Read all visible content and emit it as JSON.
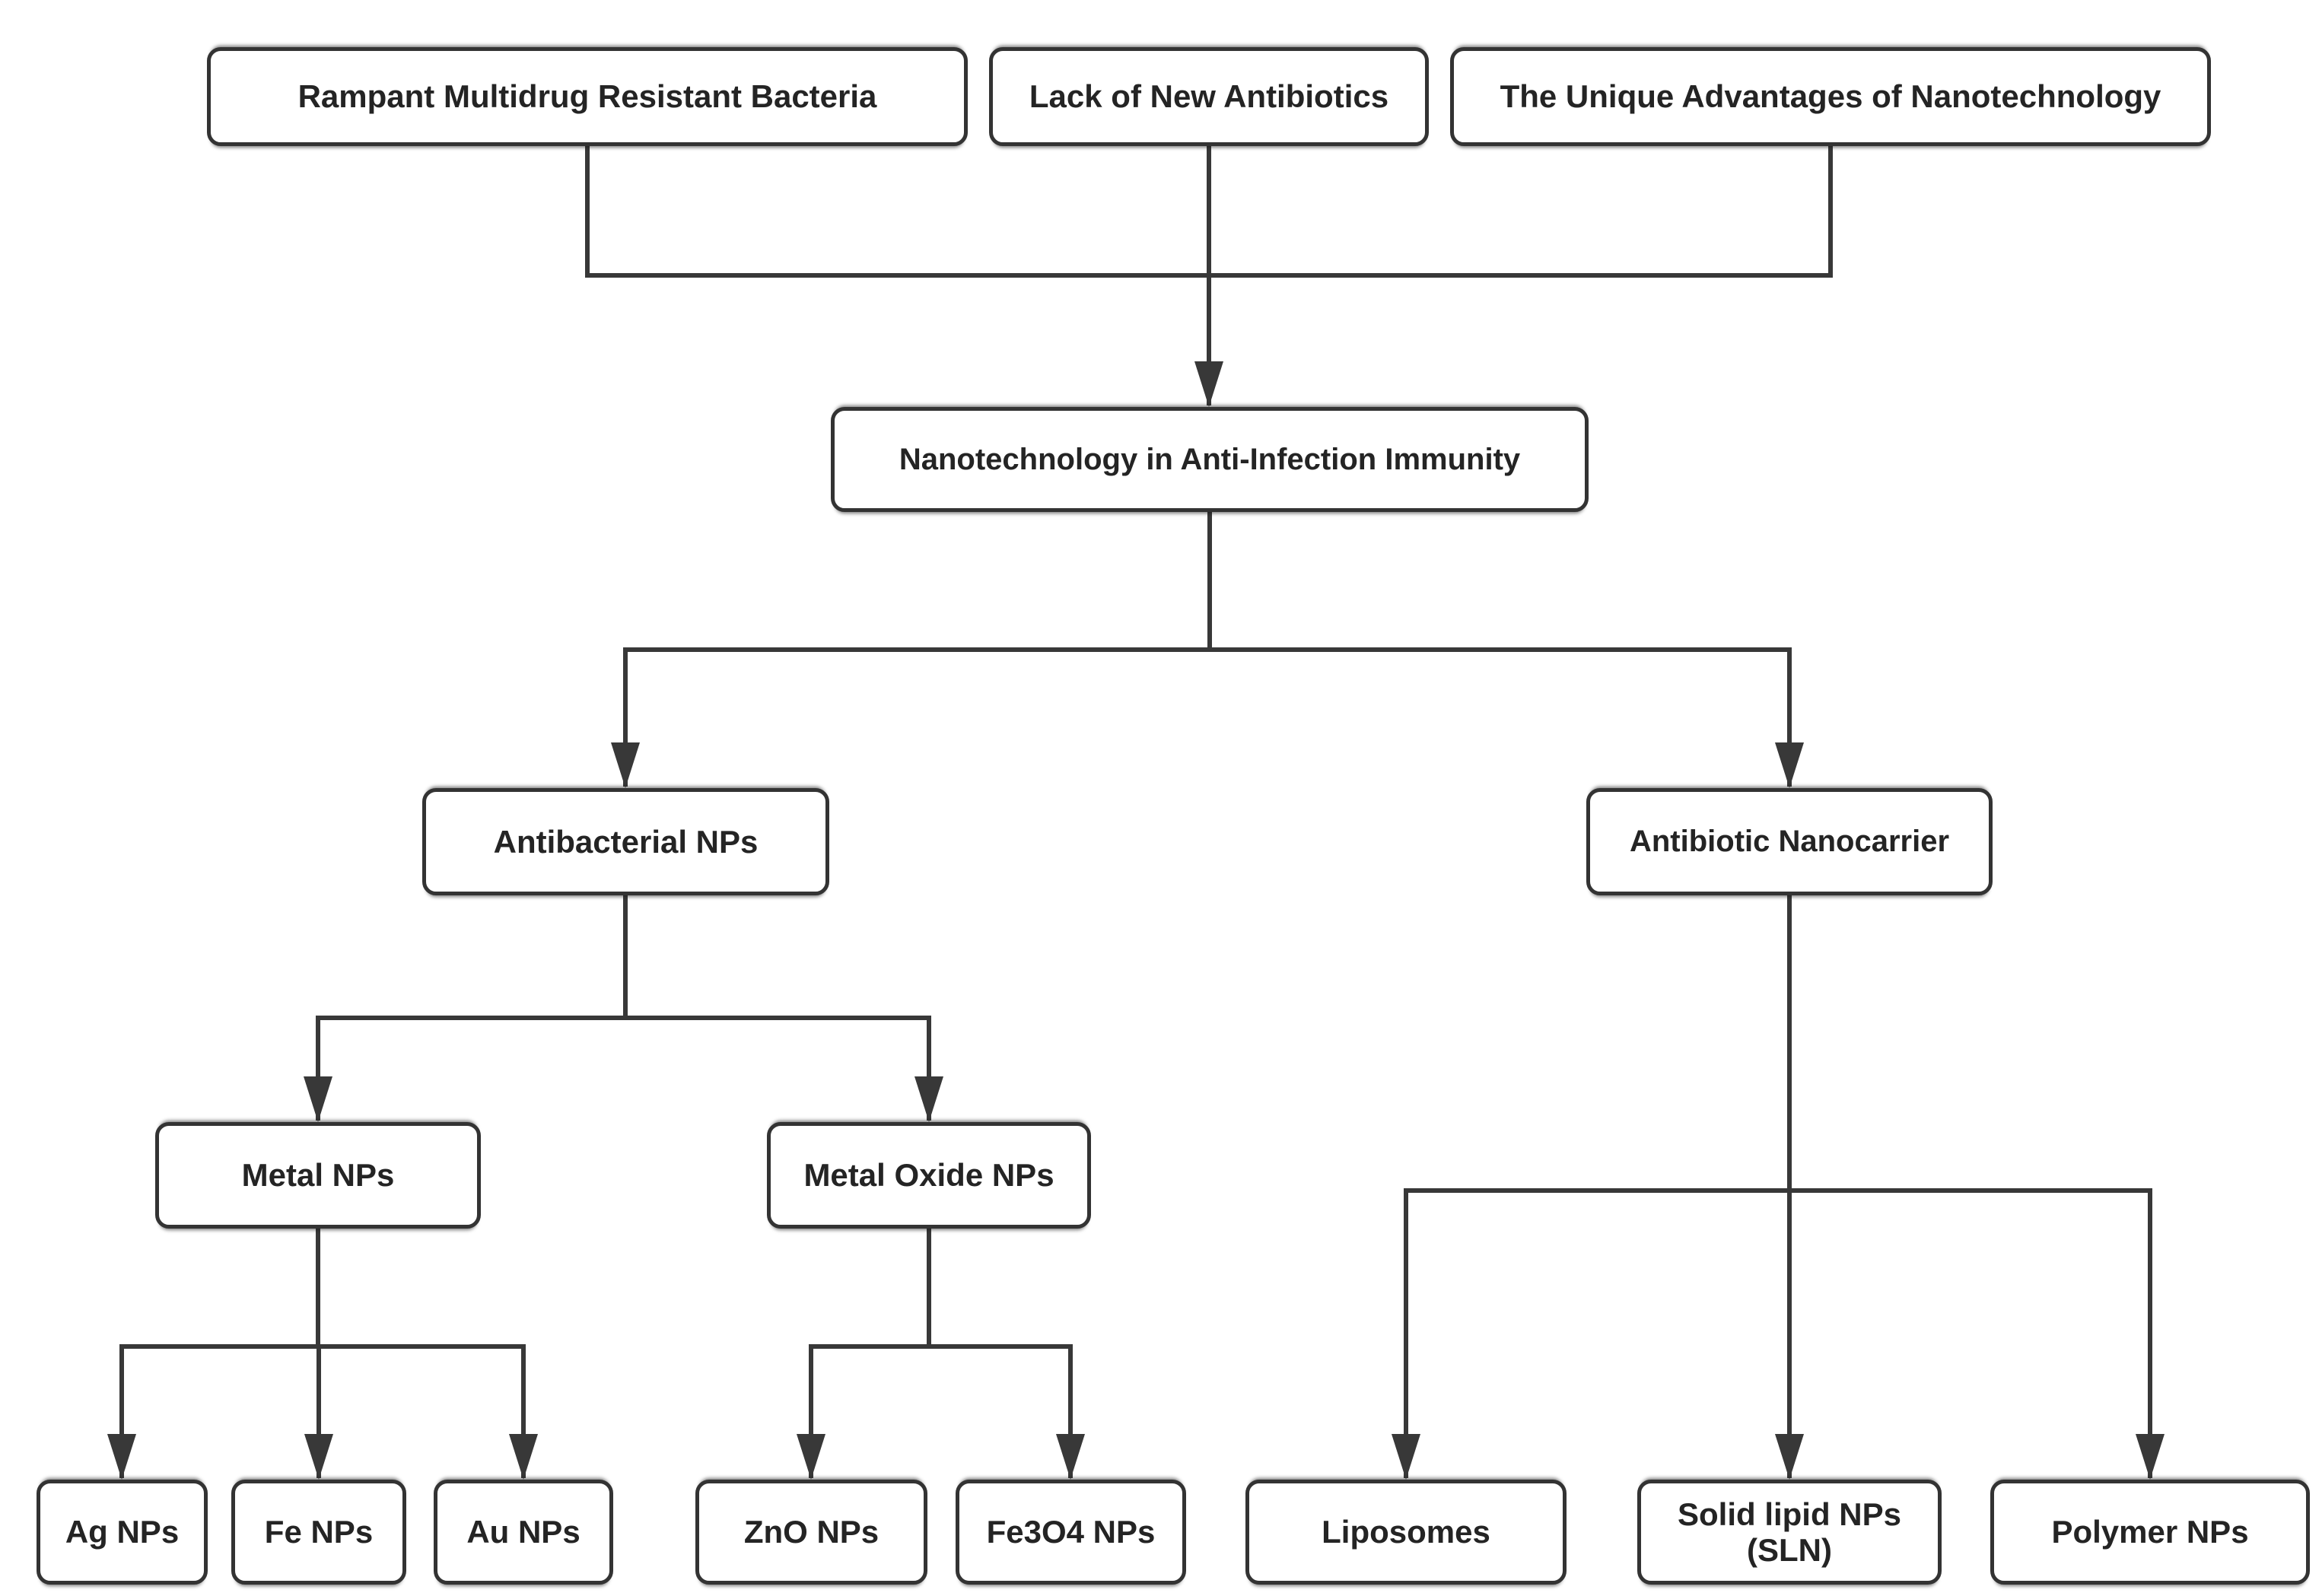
{
  "diagram": {
    "background_color": "#ffffff",
    "line_color": "#383838",
    "box_border_color": "#333333",
    "box_fill_color": "#ffffff",
    "text_color": "#242424",
    "nodes": {
      "rampant": {
        "label": "Rampant Multidrug Resistant Bacteria"
      },
      "lack": {
        "label": "Lack of New Antibiotics"
      },
      "advantages": {
        "label": "The Unique Advantages of Nanotechnology"
      },
      "root": {
        "label": "Nanotechnology in Anti-Infection Immunity"
      },
      "antibacterial": {
        "label": "Antibacterial NPs"
      },
      "nanocarrier": {
        "label": "Antibiotic Nanocarrier"
      },
      "metal": {
        "label": "Metal NPs"
      },
      "metal_oxide": {
        "label": "Metal Oxide NPs"
      },
      "ag": {
        "label": "Ag NPs"
      },
      "fe": {
        "label": "Fe NPs"
      },
      "au": {
        "label": "Au NPs"
      },
      "zno": {
        "label": "ZnO NPs"
      },
      "fe3o4": {
        "label": "Fe3O4 NPs"
      },
      "liposomes": {
        "label": "Liposomes"
      },
      "sln": {
        "label": "Solid lipid NPs",
        "sublabel": "(SLN)"
      },
      "polymer": {
        "label": "Polymer NPs"
      }
    },
    "edges": [
      {
        "from": "rampant",
        "to": "root"
      },
      {
        "from": "lack",
        "to": "root"
      },
      {
        "from": "advantages",
        "to": "root"
      },
      {
        "from": "root",
        "to": "antibacterial"
      },
      {
        "from": "root",
        "to": "nanocarrier"
      },
      {
        "from": "antibacterial",
        "to": "metal"
      },
      {
        "from": "antibacterial",
        "to": "metal_oxide"
      },
      {
        "from": "metal",
        "to": "ag"
      },
      {
        "from": "metal",
        "to": "fe"
      },
      {
        "from": "metal",
        "to": "au"
      },
      {
        "from": "metal_oxide",
        "to": "zno"
      },
      {
        "from": "metal_oxide",
        "to": "fe3o4"
      },
      {
        "from": "nanocarrier",
        "to": "liposomes"
      },
      {
        "from": "nanocarrier",
        "to": "sln"
      },
      {
        "from": "nanocarrier",
        "to": "polymer"
      }
    ]
  }
}
